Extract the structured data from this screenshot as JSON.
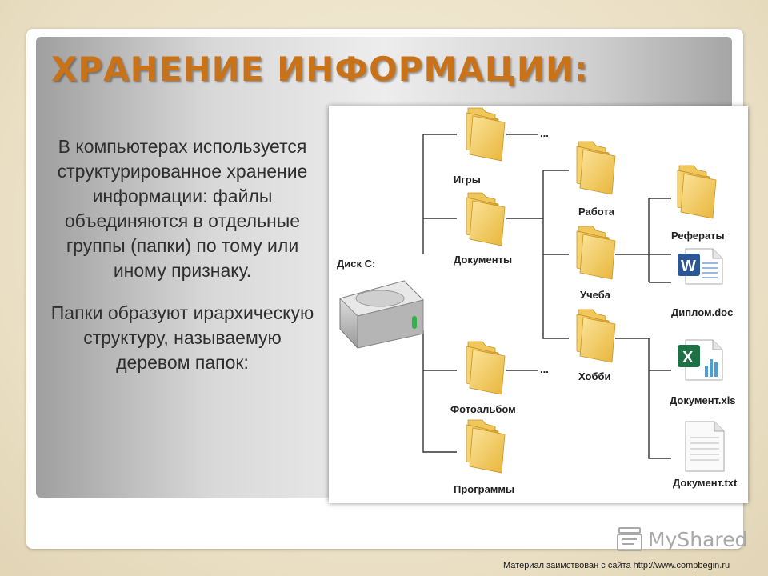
{
  "slide": {
    "title": "ХРАНЕНИЕ ИНФОРМАЦИИ:",
    "paragraph_1": "В компьютерах используется структурированное хранение информации: файлы объединяются в отдельные группы (папки) по тому или иному признаку.",
    "paragraph_2": "Папки образуют ирархическую структуру, называемую деревом папок:"
  },
  "diagram": {
    "root_label": "Диск С:",
    "level1": [
      "Игры",
      "Документы",
      "Фотоальбом",
      "Программы"
    ],
    "level2": [
      "Работа",
      "Учеба",
      "Хобби"
    ],
    "level3": [
      "Рефераты",
      "Диплом.doc",
      "Документ.xls",
      "Документ.txt"
    ],
    "ellipsis": "...",
    "icons": {
      "folder": "folder-icon",
      "drive": "hard-drive-icon",
      "word": "word-document-icon",
      "excel": "excel-document-icon",
      "text": "text-document-icon"
    },
    "colors": {
      "folder": "#f2c94c",
      "line": "#333333",
      "word": "#2b5797",
      "excel": "#1e7145"
    }
  },
  "watermark": {
    "text": "MyShared"
  },
  "footer": {
    "text": "Материал заимствован с сайта http://www.compbegin.ru"
  }
}
